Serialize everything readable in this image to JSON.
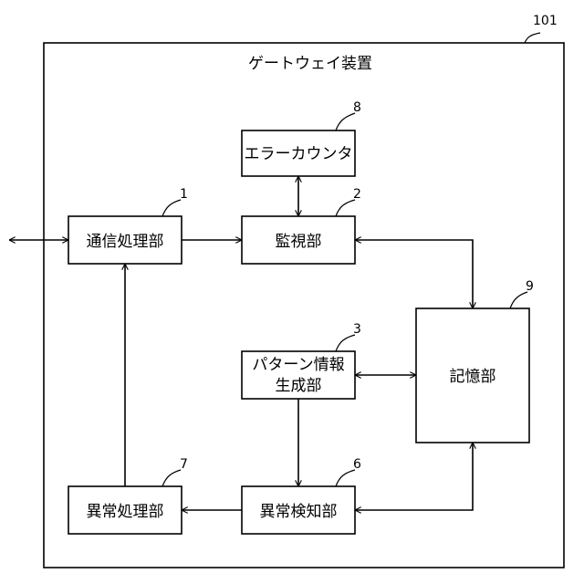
{
  "device": {
    "ref": "101",
    "title": "ゲートウェイ装置"
  },
  "blocks": {
    "comm": {
      "ref": "1",
      "label": "通信処理部"
    },
    "monitor": {
      "ref": "2",
      "label": "監視部"
    },
    "pattern": {
      "ref": "3",
      "line1": "パターン情報",
      "line2": "生成部"
    },
    "detect": {
      "ref": "6",
      "label": "異常検知部"
    },
    "handle": {
      "ref": "7",
      "label": "異常処理部"
    },
    "counter": {
      "ref": "8",
      "label": "エラーカウンタ"
    },
    "storage": {
      "ref": "9",
      "label": "記憶部"
    }
  }
}
